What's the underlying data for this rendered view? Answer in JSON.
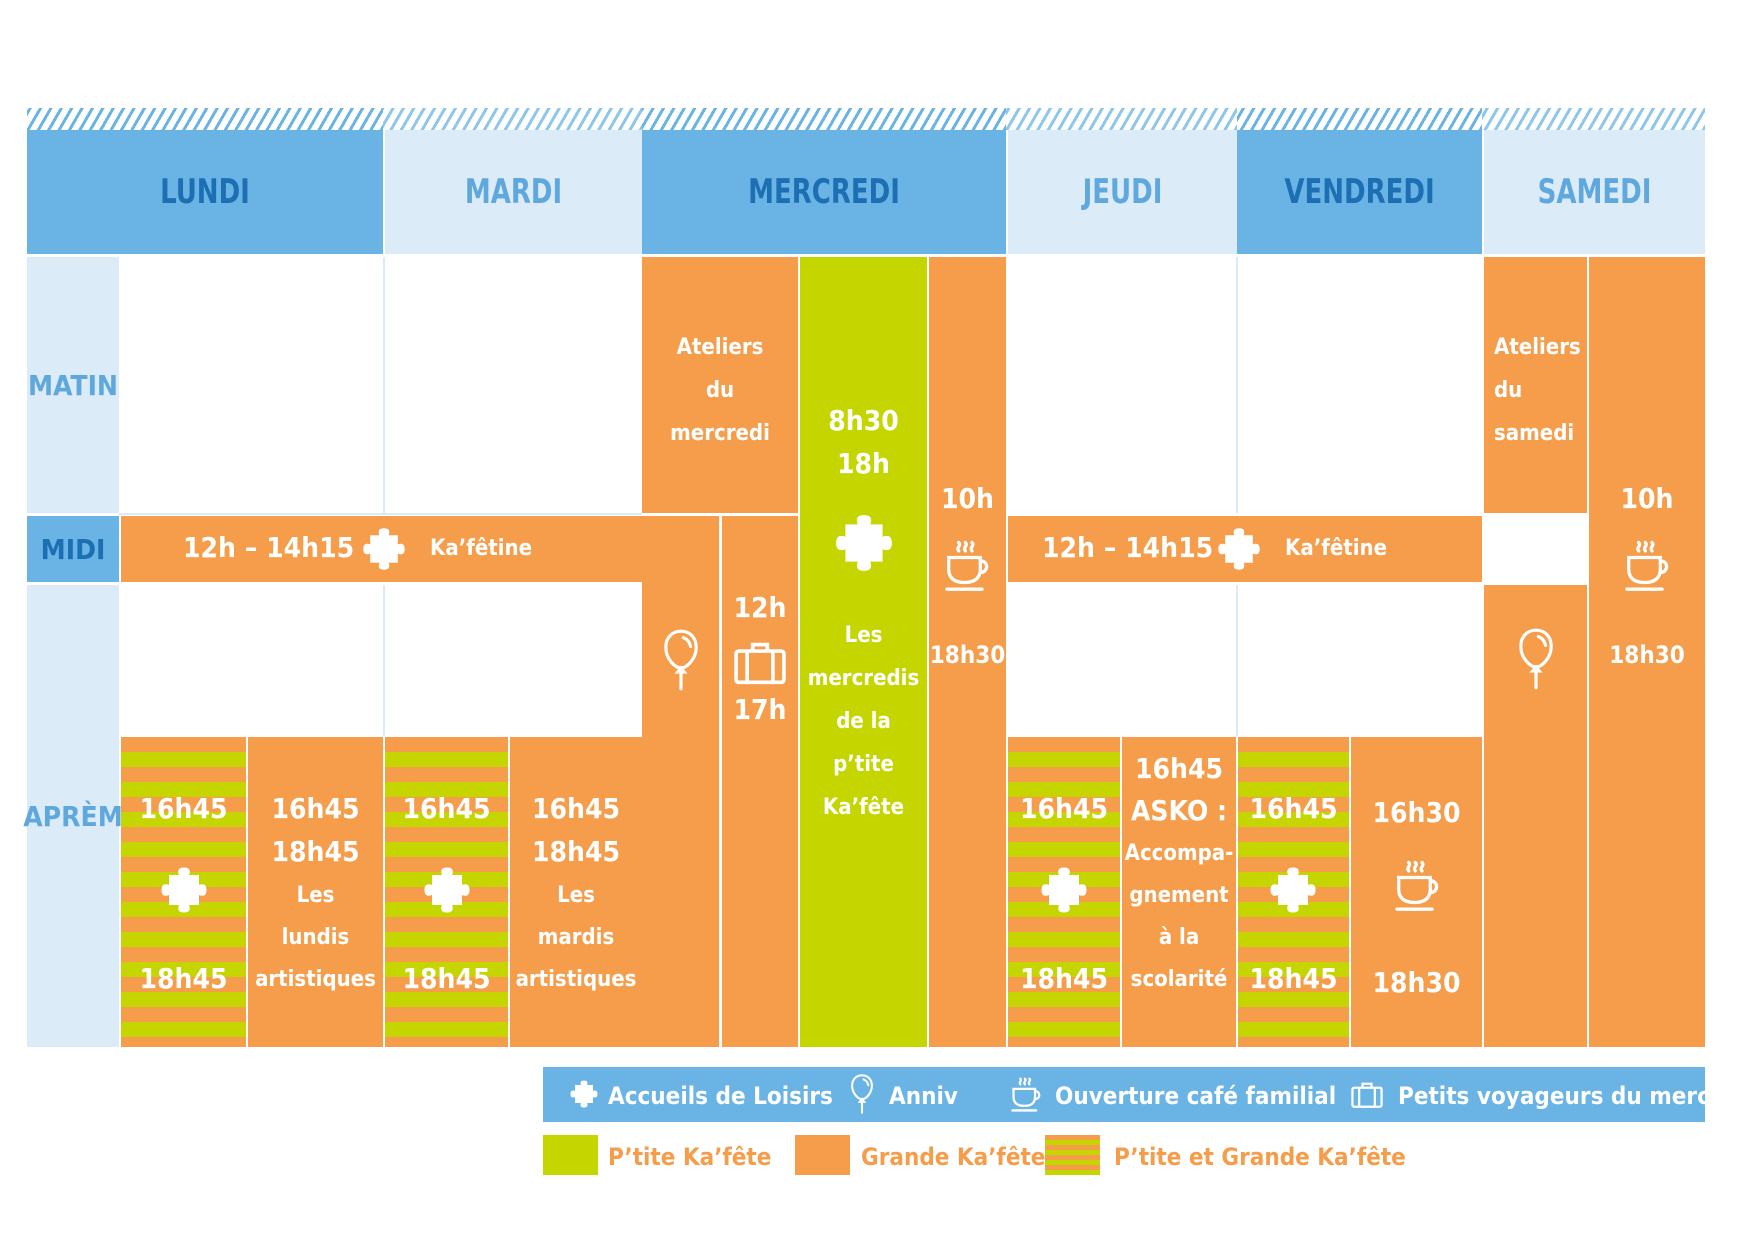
{
  "colors": {
    "header_dark": "#6ab3e5",
    "header_light": "#dcebf8",
    "grande": "#f59d4b",
    "ptite": "#c5d500",
    "day_text_dark": "#1d6fb3",
    "day_text_light": "#5fa8de"
  },
  "days": [
    "LUNDI",
    "MARDI",
    "MERCREDI",
    "JEUDI",
    "VENDREDI",
    "SAMEDI"
  ],
  "periods": {
    "matin": "MATIN",
    "midi": "MIDI",
    "apres": "APRÈM"
  },
  "midi_bar": {
    "time": "12h – 14h15",
    "label": "Ka’fêtine"
  },
  "lundi": {
    "stripe_start": "16h45",
    "stripe_end": "18h45",
    "art_time1": "16h45",
    "art_time2": "18h45",
    "art_l1": "Les",
    "art_l2": "lundis",
    "art_l3": "artistiques"
  },
  "mardi": {
    "stripe_start": "16h45",
    "stripe_end": "18h45",
    "art_time1": "16h45",
    "art_time2": "18h45",
    "art_l1": "Les",
    "art_l2": "mardis",
    "art_l3": "artistiques"
  },
  "mercredi": {
    "ateliers_l1": "Ateliers",
    "ateliers_l2": "du",
    "ateliers_l3": "mercredi",
    "green_time1": "8h30",
    "green_time2": "18h",
    "green_l1": "Les",
    "green_l2": "mercredis",
    "green_l3": "de la",
    "green_l4": "p’tite",
    "green_l5": "Ka’fête",
    "voyage_start": "12h",
    "voyage_end": "17h",
    "cafe_start": "10h",
    "cafe_end": "18h30"
  },
  "jeudi": {
    "stripe_start": "16h45",
    "stripe_end": "18h45",
    "asko_time": "16h45",
    "asko_l1": "ASKO :",
    "asko_l2": "Accompa-",
    "asko_l3": "gnement",
    "asko_l4": "à la",
    "asko_l5": "scolarité"
  },
  "vendredi": {
    "stripe_start": "16h45",
    "stripe_end": "18h45",
    "cafe_start": "16h30",
    "cafe_end": "18h30"
  },
  "samedi": {
    "ateliers_l1": "Ateliers",
    "ateliers_l2": "du",
    "ateliers_l3": "samedi",
    "cafe_start": "10h",
    "cafe_end": "18h30"
  },
  "legend": {
    "accueils": "Accueils de Loisirs",
    "anniv": "Anniv",
    "cafe": "Ouverture café familial",
    "voyageurs": "Petits voyageurs du mercredi",
    "ptite": "P’tite Ka’fête",
    "grande": "Grande Ka’fête",
    "both": "P’tite et Grande Ka’fête"
  }
}
